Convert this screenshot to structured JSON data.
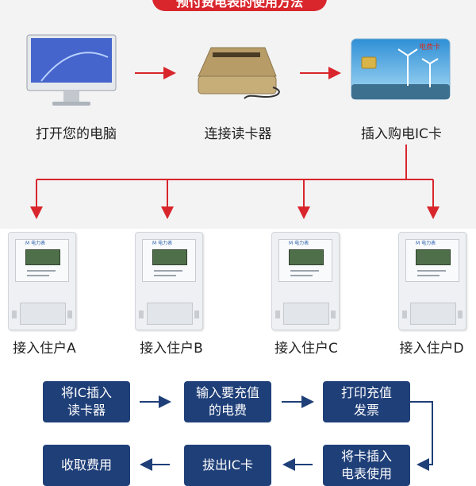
{
  "title": "预付费电表的使用方法",
  "steps": [
    "打开您的电脑",
    "连接读卡器",
    "插入购电IC卡"
  ],
  "card_text": "电费卡",
  "meters": [
    "接入住户A",
    "接入住户B",
    "接入住户C",
    "接入住户D"
  ],
  "process": [
    "将IC插入\n读卡器",
    "输入要充值\n的电费",
    "打印充值\n发票",
    "将卡插入\n电表使用",
    "拔出IC卡",
    "收取费用"
  ],
  "colors": {
    "accent": "#d8262c",
    "box": "#1f3f78",
    "bg": "#f3f3f3"
  }
}
